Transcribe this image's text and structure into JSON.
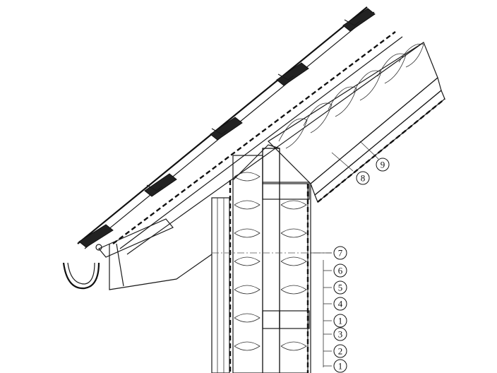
{
  "callouts_right": [
    {
      "id": "c7",
      "label": "7"
    },
    {
      "id": "c6",
      "label": "6"
    },
    {
      "id": "c5",
      "label": "5"
    },
    {
      "id": "c4",
      "label": "4"
    },
    {
      "id": "c1a",
      "label": "1"
    },
    {
      "id": "c3",
      "label": "3"
    },
    {
      "id": "c2",
      "label": "2"
    },
    {
      "id": "c1b",
      "label": "1"
    }
  ],
  "callouts_roof": [
    {
      "id": "c8",
      "label": "8"
    },
    {
      "id": "c9",
      "label": "9"
    }
  ]
}
